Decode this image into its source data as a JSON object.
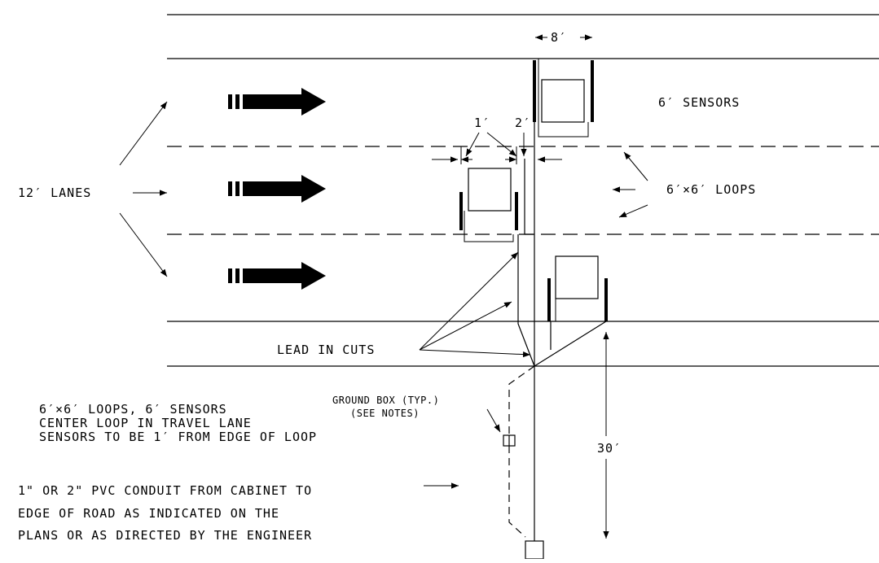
{
  "labels": {
    "dim_8ft": "8′",
    "sensors_6ft": "6′ SENSORS",
    "dim_1ft": "1′",
    "dim_2ft": "2′",
    "lanes_12ft": "12′ LANES",
    "loops_6x6": "6′×6′ LOOPS",
    "lead_in_cuts": "LEAD IN CUTS",
    "ground_box": "GROUND BOX (TYP.)",
    "see_notes": "(SEE NOTES)",
    "dim_30ft": "30′"
  },
  "notes": {
    "loop_spec": [
      "6′×6′ LOOPS, 6′ SENSORS",
      "CENTER LOOP IN TRAVEL LANE",
      "SENSORS TO BE 1′ FROM EDGE OF LOOP"
    ],
    "conduit_spec": [
      "1\" OR 2\" PVC CONDUIT FROM CABINET TO",
      "EDGE OF ROAD AS INDICATED ON THE",
      "PLANS OR AS DIRECTED BY THE ENGINEER"
    ]
  }
}
